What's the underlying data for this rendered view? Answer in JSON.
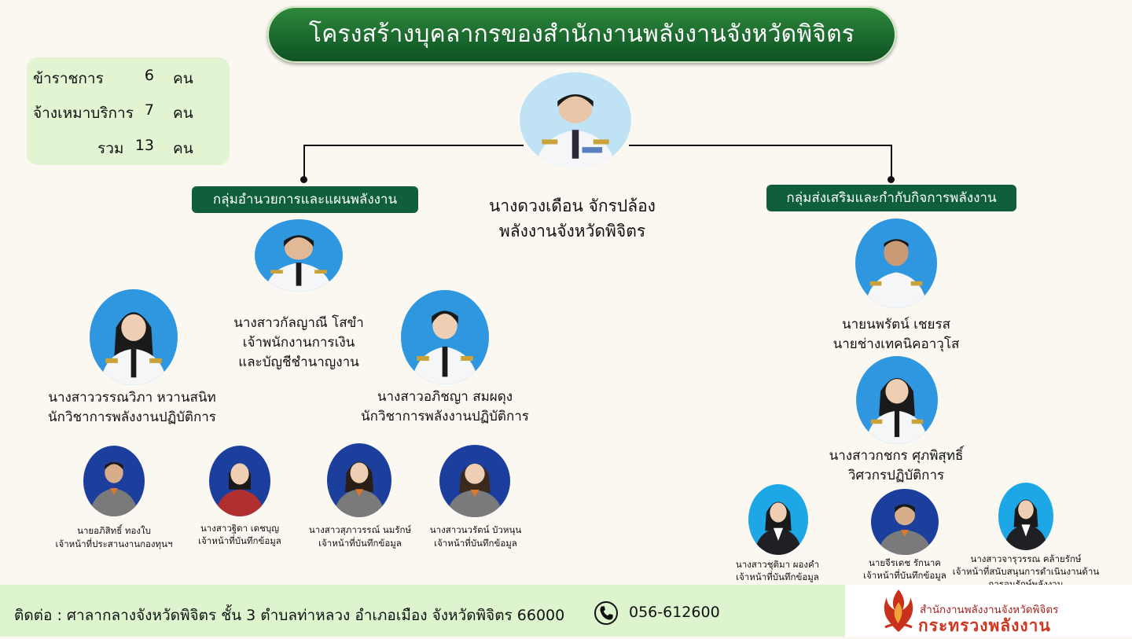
{
  "title": "โครงสร้างบุคลากรของสำนักงานพลังงานจังหวัดพิจิตร",
  "summary": {
    "rows": [
      {
        "label": "ข้าราชการ",
        "count": "6",
        "unit": "คน"
      },
      {
        "label": "จ้างเหมาบริการ",
        "count": "7",
        "unit": "คน"
      },
      {
        "label": "รวม",
        "count": "13",
        "unit": "คน"
      }
    ]
  },
  "head": {
    "name": "นางดวงเดือน จักรปล้อง",
    "position": "พลังงานจังหวัดพิจิตร"
  },
  "groups": {
    "left": "กลุ่มอำนวยการและแผนพลังงาน",
    "right": "กลุ่มส่งเสริมและกำกับกิจการพลังงาน"
  },
  "people": {
    "p_kanlaya": {
      "name": "นางสาวกัลญาณี โสขำ",
      "position": "เจ้าพนักงานการเงิน",
      "position2": "และบัญชีชำนาญงาน"
    },
    "p_wanwipa": {
      "name": "นางสาววรรณวิภา หวานสนิท",
      "position": "นักวิชาการพลังงานปฏิบัติการ"
    },
    "p_aphitchaya": {
      "name": "นางสาวอภิชญา สมผดุง",
      "position": "นักวิชาการพลังงานปฏิบัติการ"
    },
    "p_aphisit": {
      "name": "นายอภิสิทธิ์ ทองใบ",
      "position": "เจ้าหน้าที่ประสานงานกองทุนฯ"
    },
    "p_chida": {
      "name": "นางสาวฐิดา เดชบุญ",
      "position": "เจ้าหน้าที่บันทึกข้อมูล"
    },
    "p_supawan": {
      "name": "นางสาวสุภาวรรณ์ นมรักษ์",
      "position": "เจ้าหน้าที่บันทึกข้อมูล"
    },
    "p_wara": {
      "name": "นางสาวนวรัตน์ บัวหนุน",
      "position": "เจ้าหน้าที่บันทึกข้อมูล"
    },
    "p_nopparat": {
      "name": "นายนพรัตน์  เชยรส",
      "position": "นายช่างเทคนิคอาวุโส"
    },
    "p_kotchakorn": {
      "name": "นางสาวกชกร ศุภพิสุทธิ์",
      "position": "วิศวกรปฏิบัติการ"
    },
    "p_chutima": {
      "name": "นางสาวชุติมา  ผองคำ",
      "position": "เจ้าหน้าที่บันทึกข้อมูล"
    },
    "p_jirawat": {
      "name": "นายจีรเดช รักนาค",
      "position": "เจ้าหน้าที่บันทึกข้อมูล"
    },
    "p_jaruwan": {
      "name": "นางสาวจารุวรรณ คล้ายรักษ์",
      "position": "เจ้าหน้าที่สนับสนุนการดำเนินงานด้าน",
      "position2": "การอนุรักษ์พลังงาน"
    }
  },
  "footer": {
    "contact": "ติดต่อ : ศาลากลางจังหวัดพิจิตร ชั้น 3  ตำบลท่าหลวง อำเภอเมือง จังหวัดพิจิตร 66000",
    "phone": "056-612600",
    "org_line1": "สำนักงานพลังงานจังหวัดพิจิตร",
    "org_line2": "กระทรวงพลังงาน"
  },
  "colors": {
    "title_green": "#16612a",
    "group_green": "#0f5f3b",
    "summary_bg": "#e3f4d3",
    "footer_bg": "#def4cf",
    "logo_red": "#d0361d"
  },
  "icons": {
    "phone": "phone-icon",
    "logo": "flame-logo-icon"
  }
}
